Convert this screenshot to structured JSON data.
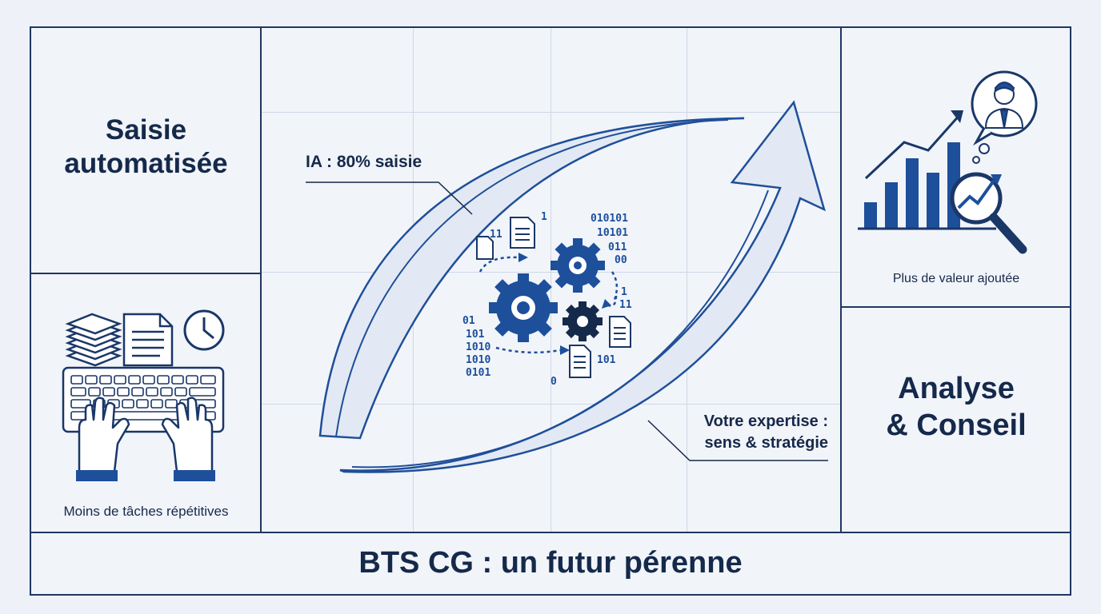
{
  "top_left": {
    "title_line1": "Saisie",
    "title_line2": "automatisée"
  },
  "bottom_left": {
    "caption": "Moins de tâches répétitives"
  },
  "top_right": {
    "caption": "Plus de valeur ajoutée"
  },
  "bottom_right": {
    "title_line1": "Analyse",
    "title_line2": "& Conseil"
  },
  "center": {
    "label_top": "IA : 80% saisie",
    "label_bottom_line1": "Votre expertise :",
    "label_bottom_line2": "sens & stratégie",
    "binary": [
      "1",
      "11",
      "010101",
      "10101",
      "011",
      "00",
      "1",
      "11",
      "01",
      "101",
      "1010",
      "1010",
      "0101",
      "101",
      "0"
    ]
  },
  "footer": {
    "text": "BTS CG : un futur pérenne"
  },
  "colors": {
    "navy": "#15294a",
    "blue": "#1f4f99",
    "border": "#1f3760"
  }
}
